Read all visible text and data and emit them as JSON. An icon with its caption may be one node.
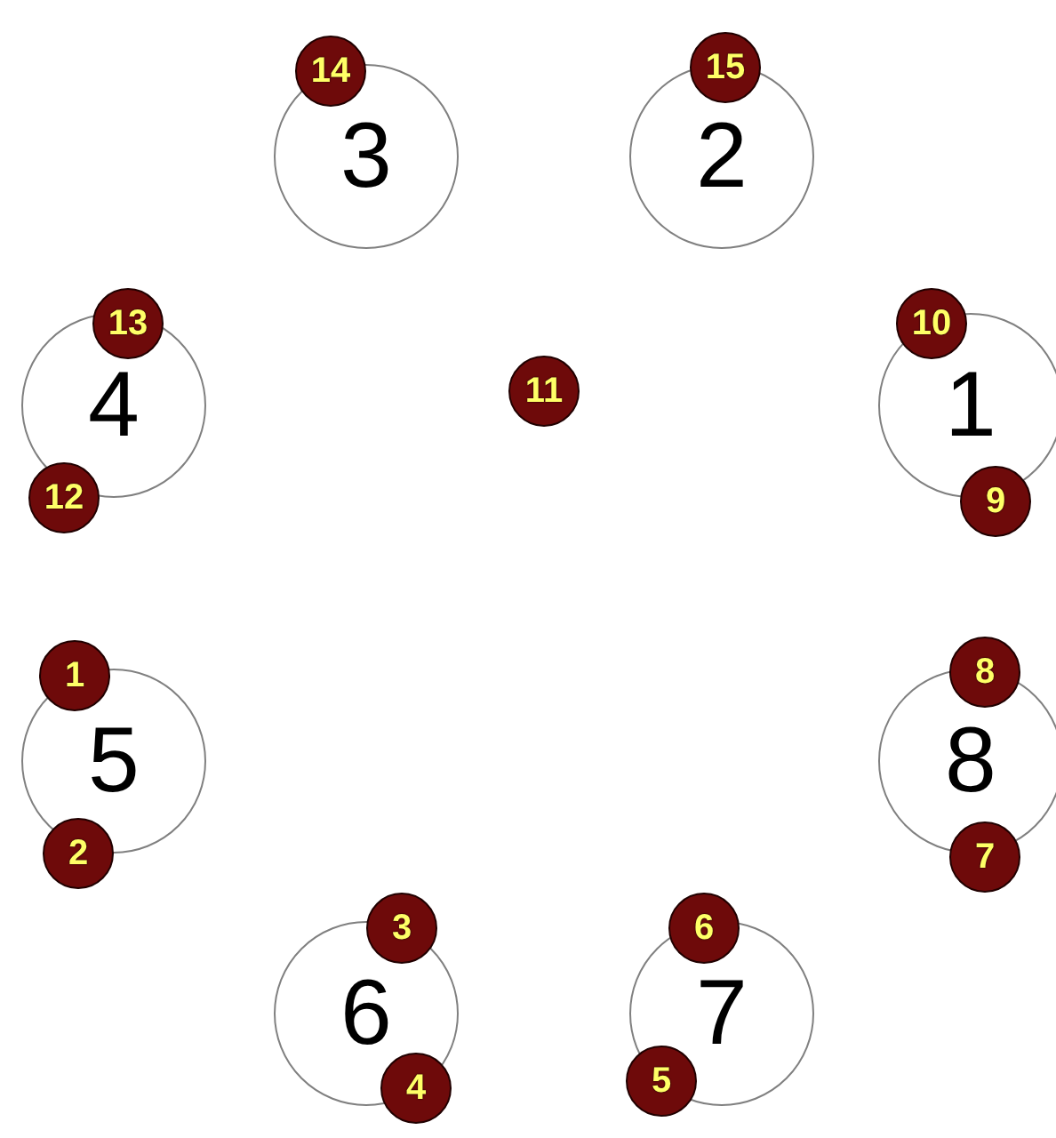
{
  "diagram": {
    "nodes": [
      {
        "text": [
          "3"
        ]
      },
      {
        "text": [
          "14"
        ]
      },
      {
        "text": [
          "2"
        ]
      },
      {
        "text": [
          "15"
        ]
      },
      {
        "text": [
          "4"
        ]
      },
      {
        "text": [
          "13"
        ]
      },
      {
        "text": [
          "11"
        ]
      },
      {
        "text": [
          "1"
        ]
      },
      {
        "text": [
          "10"
        ]
      },
      {
        "text": [
          "12"
        ]
      },
      {
        "text": [
          "9"
        ]
      },
      {
        "text": [
          "1"
        ]
      },
      {
        "text": [
          "5"
        ]
      },
      {
        "text": [
          "8"
        ]
      },
      {
        "text": [
          "8"
        ]
      },
      {
        "text": [
          "2"
        ]
      },
      {
        "text": [
          "7"
        ]
      },
      {
        "text": [
          "3"
        ]
      },
      {
        "text": [
          "6"
        ]
      },
      {
        "text": [
          "6"
        ]
      },
      {
        "text": [
          "7"
        ]
      },
      {
        "text": [
          "5"
        ]
      },
      {
        "text": [
          "4"
        ]
      }
    ]
  }
}
